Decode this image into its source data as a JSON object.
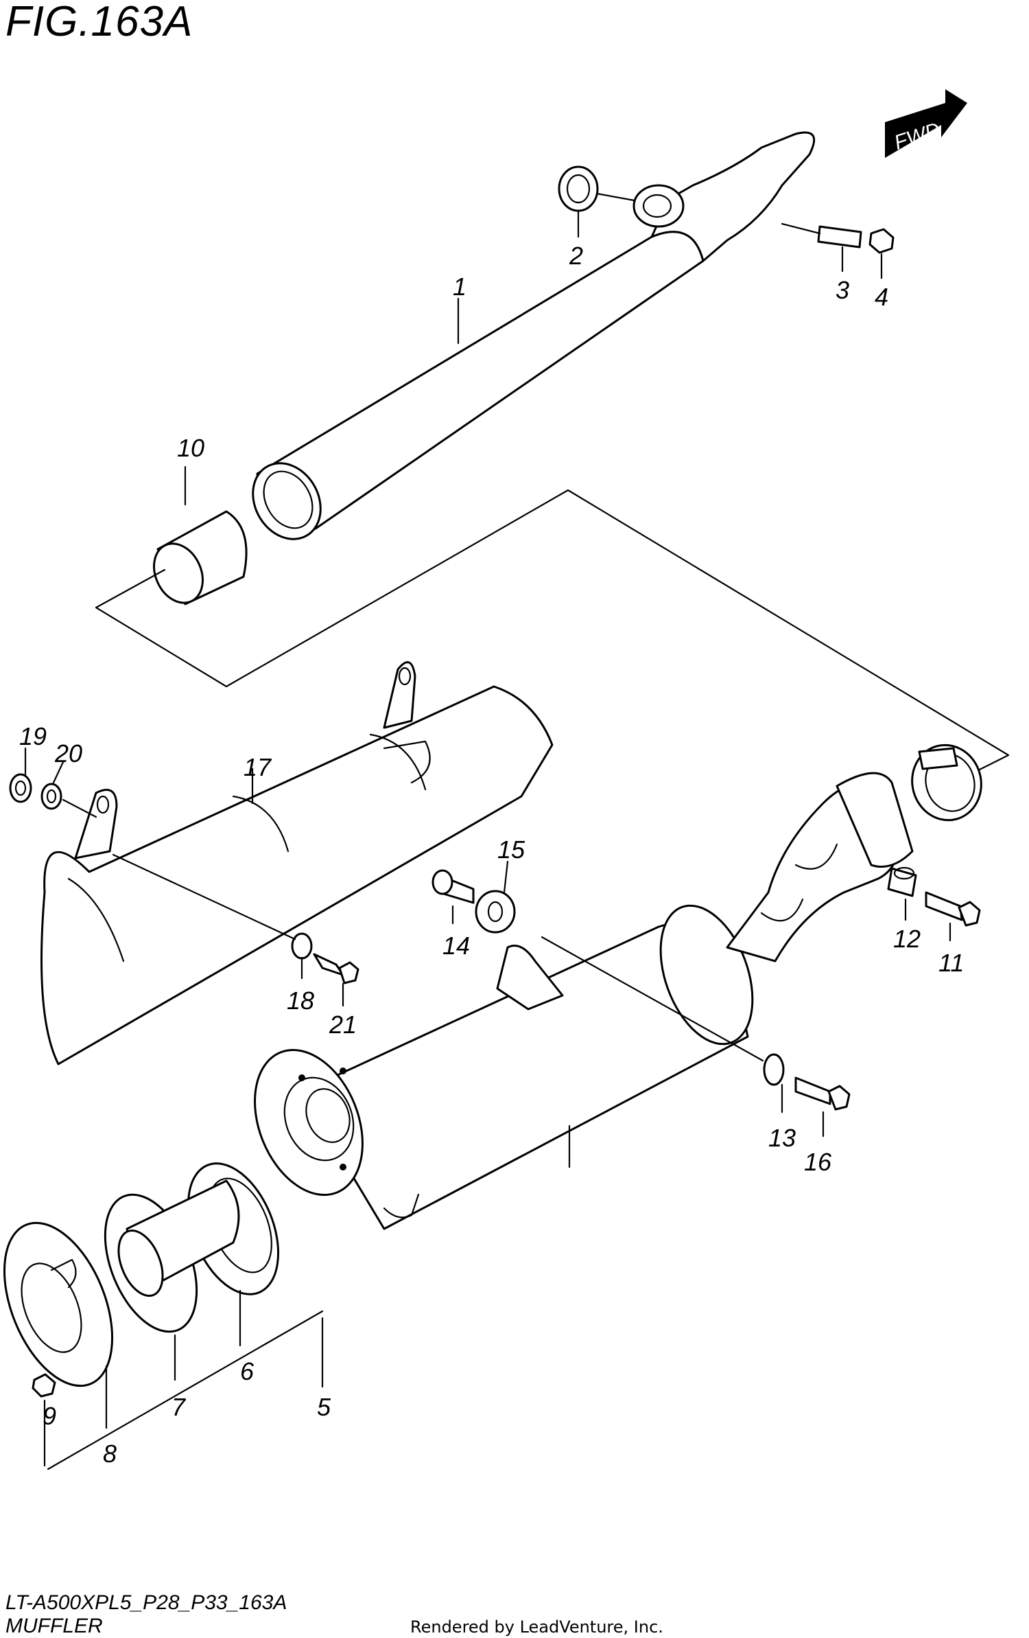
{
  "header": {
    "figure_title": "FIG.163A"
  },
  "direction": {
    "label": "FWD"
  },
  "callouts": [
    {
      "id": "1",
      "text": "1"
    },
    {
      "id": "2",
      "text": "2"
    },
    {
      "id": "3",
      "text": "3"
    },
    {
      "id": "4",
      "text": "4"
    },
    {
      "id": "5",
      "text": "5"
    },
    {
      "id": "6",
      "text": "6"
    },
    {
      "id": "7",
      "text": "7"
    },
    {
      "id": "8",
      "text": "8"
    },
    {
      "id": "9",
      "text": "9"
    },
    {
      "id": "10",
      "text": "10"
    },
    {
      "id": "11",
      "text": "11"
    },
    {
      "id": "12",
      "text": "12"
    },
    {
      "id": "13",
      "text": "13"
    },
    {
      "id": "14",
      "text": "14"
    },
    {
      "id": "15",
      "text": "15"
    },
    {
      "id": "16",
      "text": "16"
    },
    {
      "id": "17",
      "text": "17"
    },
    {
      "id": "18",
      "text": "18"
    },
    {
      "id": "19",
      "text": "19"
    },
    {
      "id": "20",
      "text": "20"
    },
    {
      "id": "21",
      "text": "21"
    }
  ],
  "footer": {
    "model_code": "LT-A500XPL5_P28_P33_163A",
    "page_name": "MUFFLER",
    "credit": "Rendered by LeadVenture, Inc."
  }
}
